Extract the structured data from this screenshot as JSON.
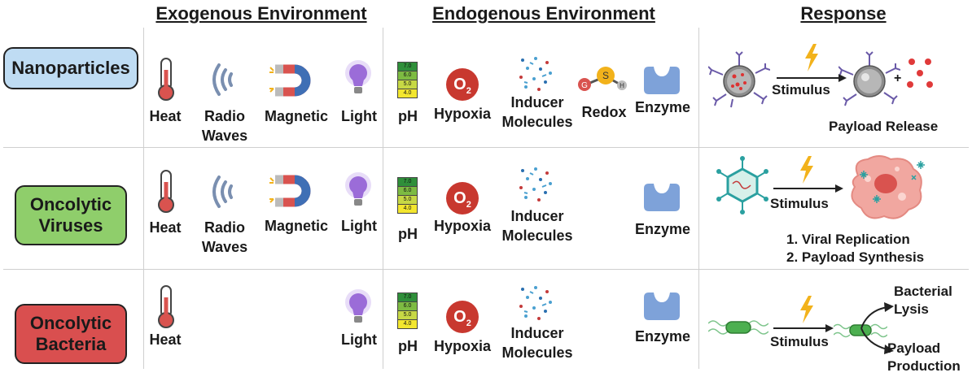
{
  "headers": {
    "exogenous": "Exogenous Environment",
    "endogenous": "Endogenous Environment",
    "response": "Response"
  },
  "rows": [
    {
      "label": "Nanoparticles",
      "color": "#bfdcf3"
    },
    {
      "label": "Oncolytic\nViruses",
      "color": "#8fce6b"
    },
    {
      "label": "Oncolytic\nBacteria",
      "color": "#d94f4f"
    }
  ],
  "stimuli": {
    "heat": "Heat",
    "radio": "Radio\nWaves",
    "magnetic": "Magnetic",
    "light": "Light",
    "ph": "pH",
    "hypoxia": "Hypoxia",
    "inducer": "Inducer\nMolecules",
    "redox": "Redox",
    "enzyme": "Enzyme"
  },
  "ph_scale": [
    "7.0",
    "6.0",
    "5.0",
    "4.0"
  ],
  "hypoxia_symbol": "O",
  "hypoxia_sub": "2",
  "redox_letters": [
    "G",
    "S",
    "H"
  ],
  "response": {
    "stimulus": "Stimulus",
    "plus": "+",
    "payload_release": "Payload Release",
    "viral_1": "1. Viral  Replication",
    "viral_2": "2. Payload Synthesis",
    "lysis": "Bacterial\nLysis",
    "production": "Payload\nProduction"
  },
  "colors": {
    "thermo": "#d9534f",
    "radio": "#7a8fb0",
    "magnet_red": "#d9534f",
    "magnet_blue": "#3f6fb5",
    "bulb": "#9b6cd8",
    "hypoxia": "#c8382f",
    "enzyme": "#7ea2d9",
    "bolt": "#f2b21b",
    "virus": "#2aa0a0",
    "bacteria": "#4caf50",
    "tumor": "#f1a7a0"
  },
  "icons": [
    "thermometer-icon",
    "radio-waves-icon",
    "magnet-icon",
    "light-bulb-icon",
    "ph-scale-icon",
    "oxygen-icon",
    "molecules-icon",
    "redox-icon",
    "enzyme-icon",
    "lightning-icon",
    "nanoparticle-icon",
    "virus-icon",
    "tumor-cell-icon",
    "bacteria-icon"
  ]
}
